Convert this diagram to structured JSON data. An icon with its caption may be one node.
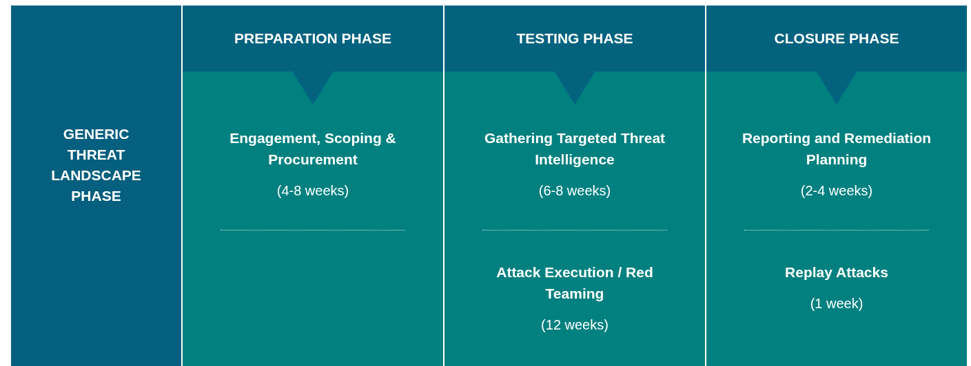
{
  "diagram": {
    "nodes": [
      {
        "text": [
          "GENERIC THREAT LANDSCAPE PHASE"
        ]
      },
      {
        "text": [
          "PREPARATION PHASE"
        ]
      },
      {
        "text": [
          "Engagement, Scoping & Procurement",
          "(4-8 weeks)"
        ],
        "in": 1
      },
      {
        "text": [
          "TESTING PHASE"
        ]
      },
      {
        "text": [
          "Gathering Targeted Threat Intelligence",
          "(6-8 weeks)"
        ],
        "in": 3
      },
      {
        "text": [
          "Attack Execution / Red Teaming",
          "(12 weeks)"
        ],
        "in": 3
      },
      {
        "text": [
          "CLOSURE PHASE"
        ]
      },
      {
        "text": [
          "Reporting and Remediation Planning",
          "(2-4 weeks)"
        ],
        "in": 6
      },
      {
        "text": [
          "Replay Attacks",
          "(1 week)"
        ],
        "in": 6
      }
    ]
  }
}
